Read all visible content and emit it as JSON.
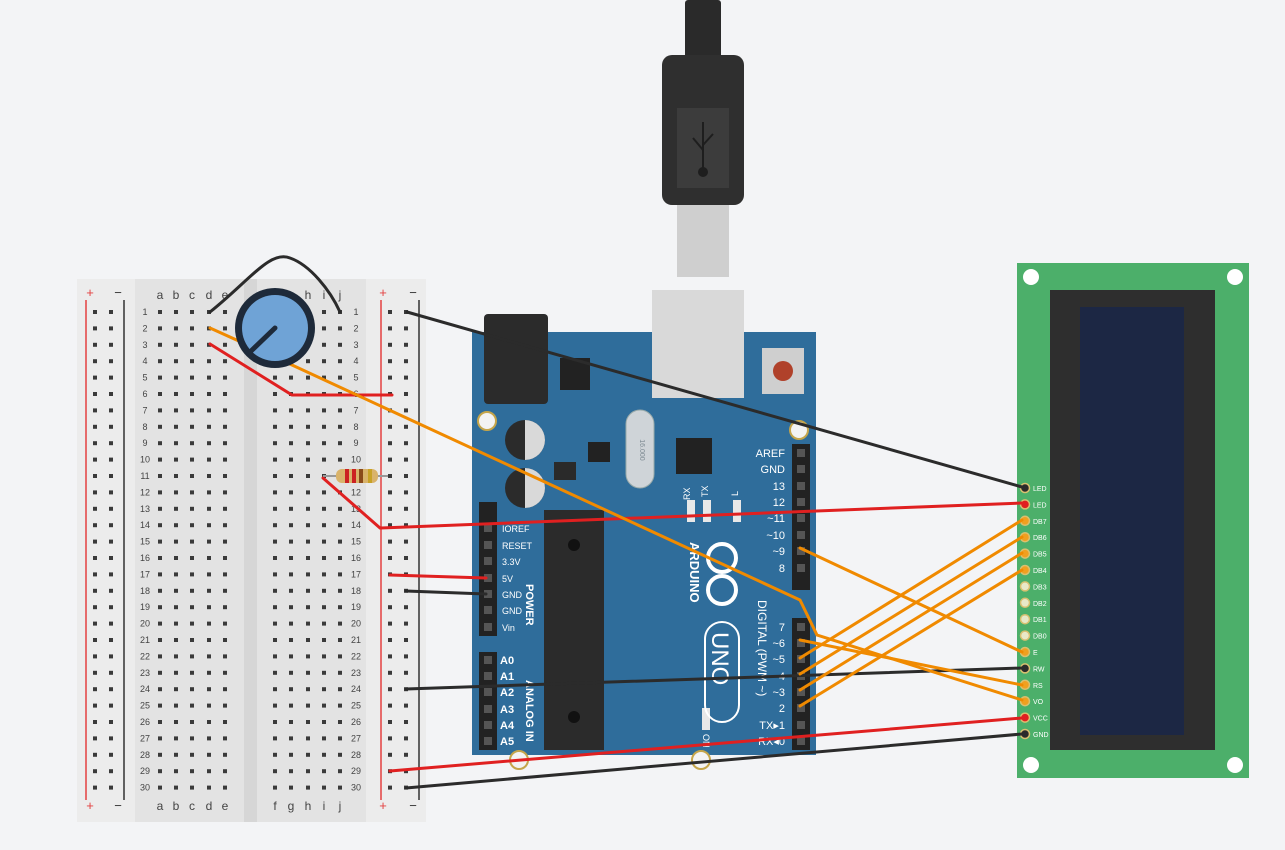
{
  "colors": {
    "background": "#f3f4f6",
    "board_blue": "#2f6d9b",
    "lcd_green": "#4caf6a",
    "lcd_screen": "#1c2744",
    "wire_red": "#e02020",
    "wire_black": "#2b2b2b",
    "wire_orange": "#f08a00"
  },
  "breadboard": {
    "rail_plus": "+",
    "rail_minus": "−",
    "columns_left": [
      "a",
      "b",
      "c",
      "d",
      "e"
    ],
    "columns_right": [
      "f",
      "g",
      "h",
      "i",
      "j"
    ],
    "rows": 30
  },
  "arduino": {
    "brand": "ARDUINO",
    "model": "UNO",
    "digital_label": "DIGITAL (PWM ~)",
    "power_label": "POWER",
    "analog_label": "ANALOG IN",
    "on_label": "ON",
    "led_labels": [
      "RX",
      "TX",
      "L"
    ],
    "crystal_label": "16.000",
    "digital_pins": [
      "AREF",
      "GND",
      "13",
      "12",
      "~11",
      "~10",
      "~9",
      "8",
      "7",
      "~6",
      "~5",
      "4",
      "~3",
      "2",
      "TX▸1",
      "RX◂0"
    ],
    "power_pins": [
      "IOREF",
      "RESET",
      "3.3V",
      "5V",
      "GND",
      "GND",
      "Vin"
    ],
    "analog_pins": [
      "A0",
      "A1",
      "A2",
      "A3",
      "A4",
      "A5"
    ]
  },
  "lcd": {
    "pins": [
      "LED",
      "LED",
      "DB7",
      "DB6",
      "DB5",
      "DB4",
      "DB3",
      "DB2",
      "DB1",
      "DB0",
      "E",
      "RW",
      "RS",
      "VO",
      "VCC",
      "GND"
    ]
  }
}
